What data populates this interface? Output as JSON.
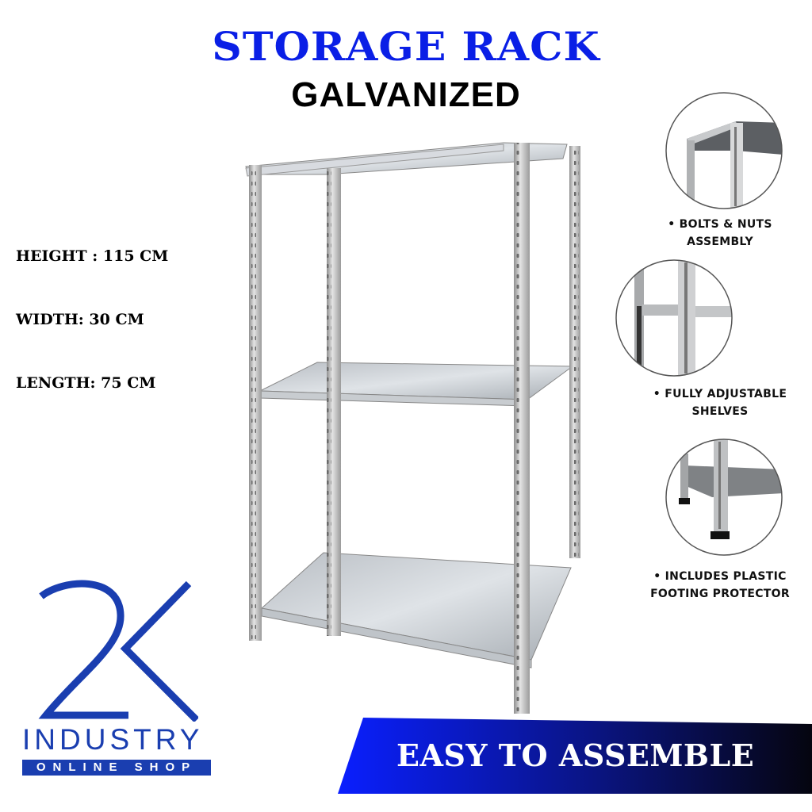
{
  "header": {
    "title": "STORAGE RACK",
    "subtitle": "GALVANIZED"
  },
  "specs": [
    {
      "label": "HEIGHT : 115 CM"
    },
    {
      "label": "WIDTH: 30 CM"
    },
    {
      "label": "LENGTH: 75 CM"
    }
  ],
  "features": [
    {
      "line1": "• BOLTS & NUTS",
      "line2": "ASSEMBLY",
      "icon": "bolts-nuts-closeup"
    },
    {
      "line1": "• FULLY ADJUSTABLE",
      "line2": "SHELVES",
      "icon": "adjustable-shelves-closeup"
    },
    {
      "line1": "• INCLUDES PLASTIC",
      "line2": "FOOTING PROTECTOR",
      "icon": "footing-protector-closeup"
    }
  ],
  "brand": {
    "logo_mark": "2K",
    "name": "INDUSTRY",
    "tagline": "ONLINE SHOP",
    "color": "#1a3eb0"
  },
  "banner": {
    "text": "EASY TO ASSEMBLE",
    "gradient_start": "#0a1fff",
    "gradient_end": "#05050f"
  },
  "colors": {
    "title": "#0a1fe6",
    "text": "#000000"
  }
}
